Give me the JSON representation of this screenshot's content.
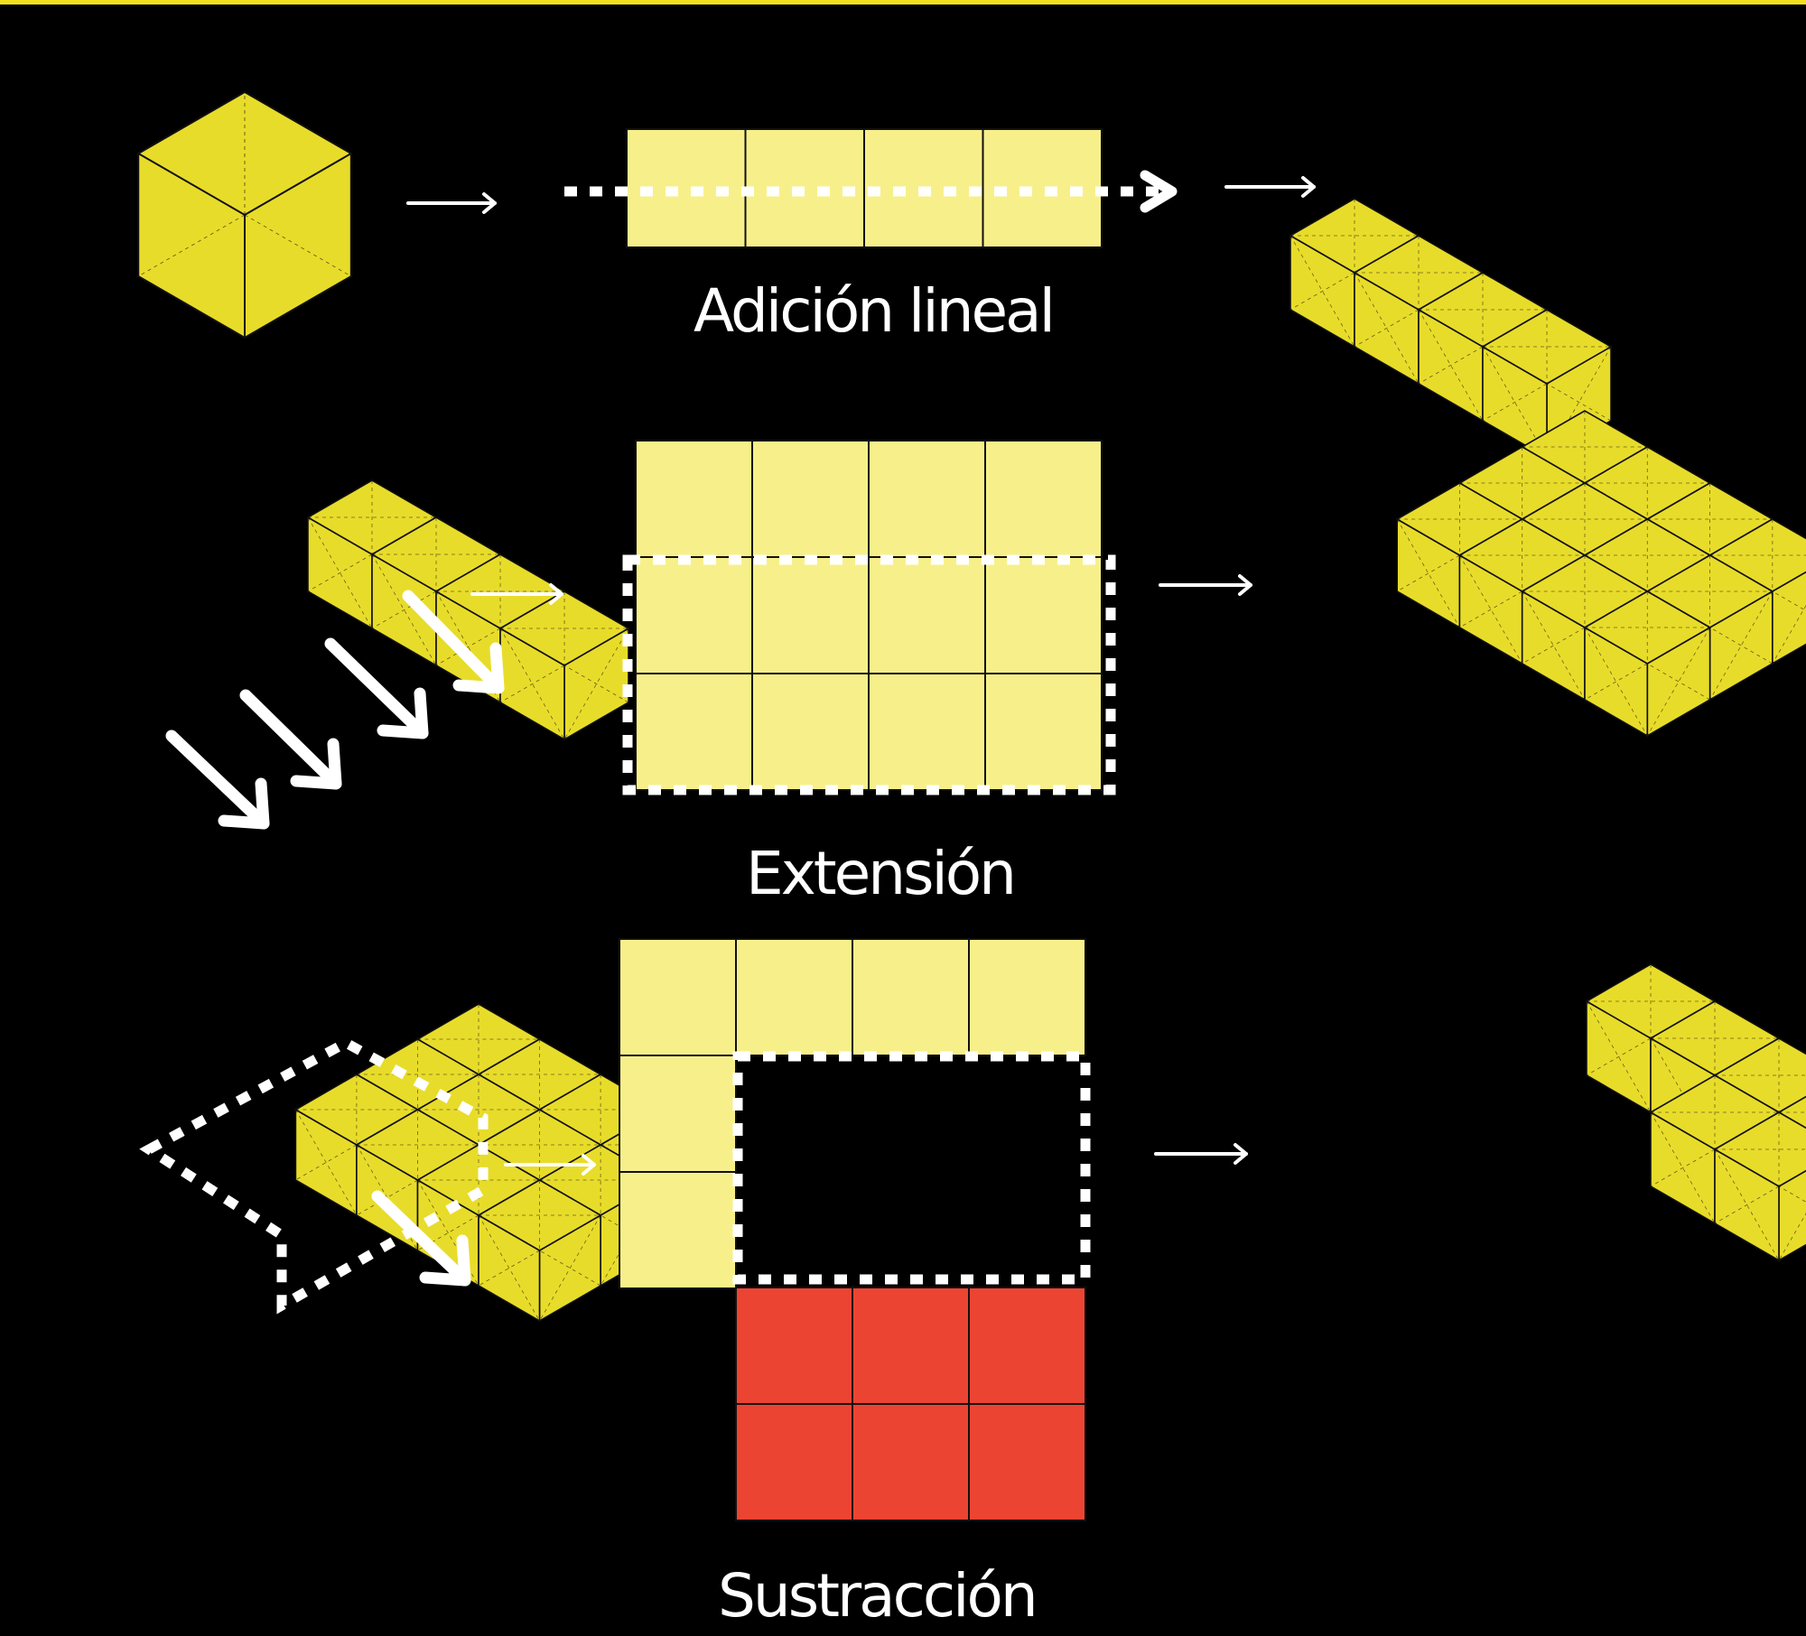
{
  "labels": {
    "linear_addition": "Adición lineal",
    "extension": "Extensión",
    "subtraction": "Sustracción"
  },
  "colors": {
    "background": "#000000",
    "top_border": "#f0e020",
    "cube_fill": "#e8dc2a",
    "plan_fill": "#f7f08a",
    "subtracted_fill": "#ec4433",
    "line": "#111111",
    "arrow": "#ffffff"
  },
  "grids": {
    "linear_addition_plan": {
      "cols": 4,
      "rows": 1
    },
    "extension_plan": {
      "cols": 4,
      "rows": 3
    },
    "subtraction_plan": {
      "cols": 4,
      "rows": 3
    },
    "subtraction_removed": {
      "cols": 3,
      "rows": 2
    }
  },
  "volumes": {
    "start_cube": {
      "cols": 1,
      "rows": 1
    },
    "linear_result": {
      "cols": 4,
      "rows": 1
    },
    "extension_start": {
      "cols": 4,
      "rows": 1
    },
    "extension_result": {
      "cols": 4,
      "rows": 3
    },
    "subtraction_start": {
      "cols": 4,
      "rows": 3
    },
    "subtraction_result": {
      "cols": 4,
      "rows": 3,
      "removed": [
        [
          1,
          1
        ],
        [
          2,
          1
        ],
        [
          3,
          1
        ],
        [
          1,
          2
        ],
        [
          2,
          2
        ],
        [
          3,
          2
        ]
      ]
    }
  }
}
